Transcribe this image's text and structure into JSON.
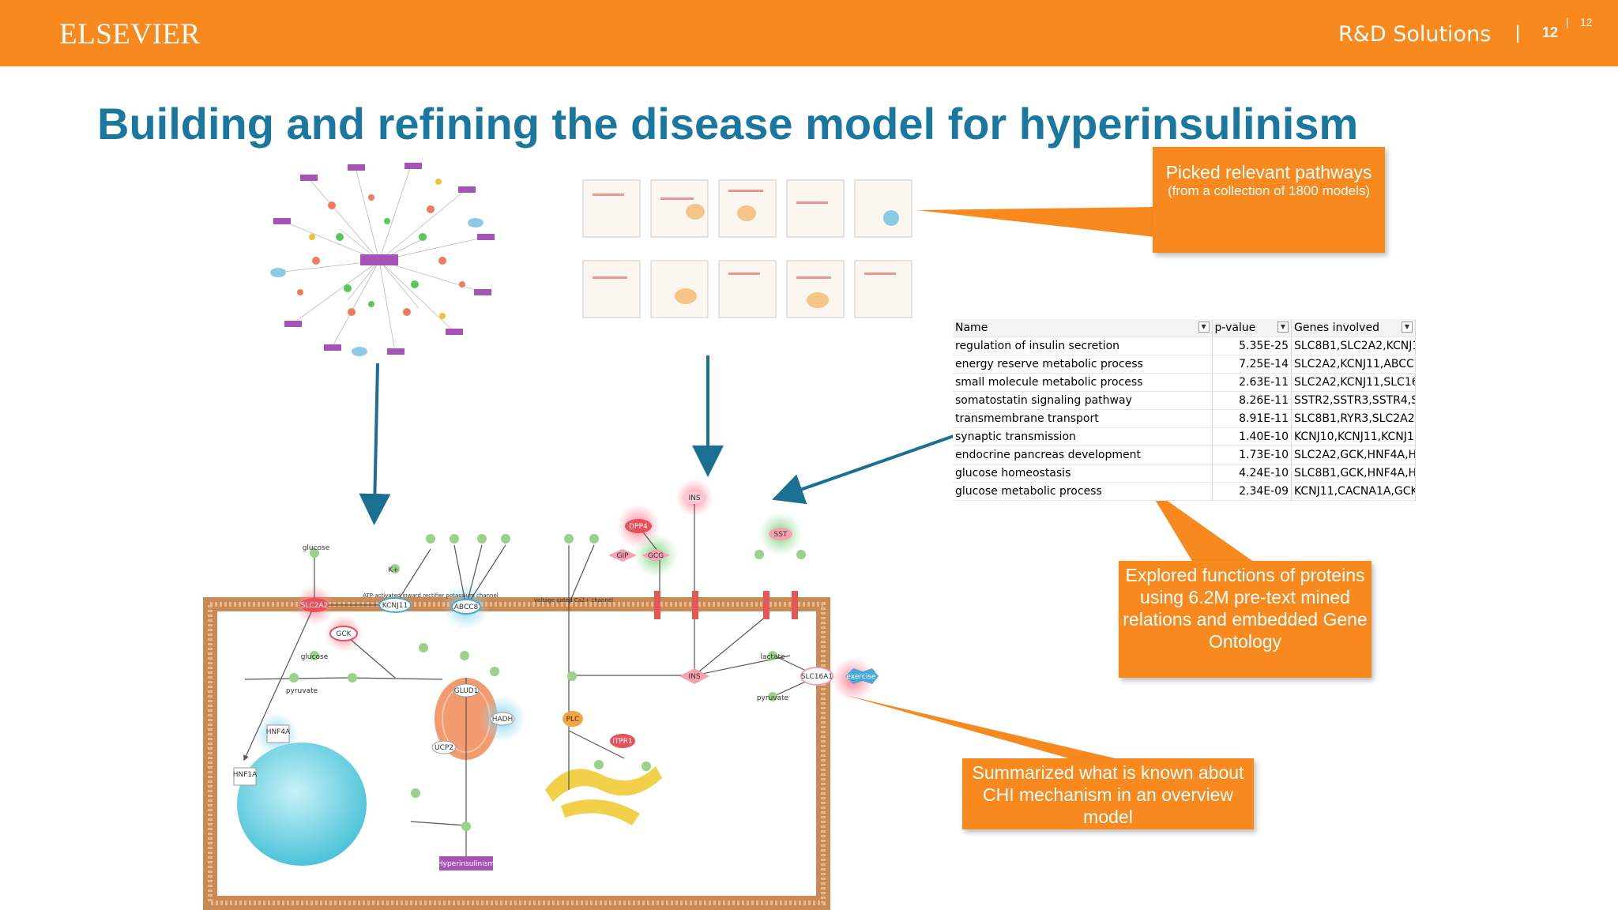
{
  "header": {
    "logo": "ELSEVIER",
    "brand": "R&D Solutions",
    "separator": "|",
    "page_number": "12",
    "page_number_small": "12",
    "background": "#f7891f"
  },
  "slide": {
    "title": "Building and refining the disease model for hyperinsulinism",
    "title_color": "#1a77a0"
  },
  "callouts": {
    "pathways": {
      "main": "Picked relevant pathways",
      "sub": "(from a collection of 1800 models)"
    },
    "functions": {
      "main": "Explored functions of proteins using 6.2M pre-text mined relations and embedded Gene Ontology"
    },
    "summary": {
      "main": "Summarized what is known about CHI mechanism in an overview model"
    }
  },
  "table": {
    "headers": {
      "name": "Name",
      "pvalue": "p-value",
      "genes": "Genes involved"
    },
    "rows": [
      {
        "name": "regulation of insulin secretion",
        "pvalue": "5.35E-25",
        "genes": "SLC8B1,SLC2A2,KCNJ1:"
      },
      {
        "name": "energy reserve metabolic process",
        "pvalue": "7.25E-14",
        "genes": "SLC2A2,KCNJ11,ABCC8"
      },
      {
        "name": "small molecule metabolic process",
        "pvalue": "2.63E-11",
        "genes": "SLC2A2,KCNJ11,SLC16/"
      },
      {
        "name": "somatostatin signaling pathway",
        "pvalue": "8.26E-11",
        "genes": "SSTR2,SSTR3,SSTR4,SST"
      },
      {
        "name": "transmembrane transport",
        "pvalue": "8.91E-11",
        "genes": "SLC8B1,RYR3,SLC2A2,S"
      },
      {
        "name": "synaptic transmission",
        "pvalue": "1.40E-10",
        "genes": "KCNJ10,KCNJ11,KCNJ1"
      },
      {
        "name": "endocrine pancreas development",
        "pvalue": "1.73E-10",
        "genes": "SLC2A2,GCK,HNF4A,HI"
      },
      {
        "name": "glucose homeostasis",
        "pvalue": "4.24E-10",
        "genes": "SLC8B1,GCK,HNF4A,HN"
      },
      {
        "name": "glucose metabolic process",
        "pvalue": "2.34E-09",
        "genes": "KCNJ11,CACNA1A,GCK"
      }
    ]
  },
  "model_labels": {
    "glucose": "glucose",
    "slc2a2": "SLC2A2",
    "gck": "GCK",
    "glucose2": "glucose",
    "kcnj11": "KCNJ11",
    "abcc8": "ABCC8",
    "katp": "ATP-activated inward rectifier potassium channel",
    "k": "K+",
    "hnf4a": "HNF4A",
    "hnf1a": "HNF1A",
    "glud1": "GLUD1",
    "hadh": "HADH",
    "ucp2": "UCP2",
    "ins": "INS",
    "ins2": "INS",
    "dpp4": "DPP4",
    "gip": "GIP",
    "gcg": "GCG",
    "sst": "SST",
    "plc": "PLC",
    "itpr1": "ITPR1",
    "slc16a1": "SLC16A1",
    "exercise": "exercise",
    "lactate": "lactate",
    "pyruvate": "pyruvate",
    "pyruvate2": "pyruvate",
    "vgcc": "voltage gated Ca2+ channel",
    "hyper": "Hyperinsulinism"
  },
  "colors": {
    "arrow": "#1a6f93",
    "callout": "#f7891f",
    "membrane": "#c98a55"
  }
}
